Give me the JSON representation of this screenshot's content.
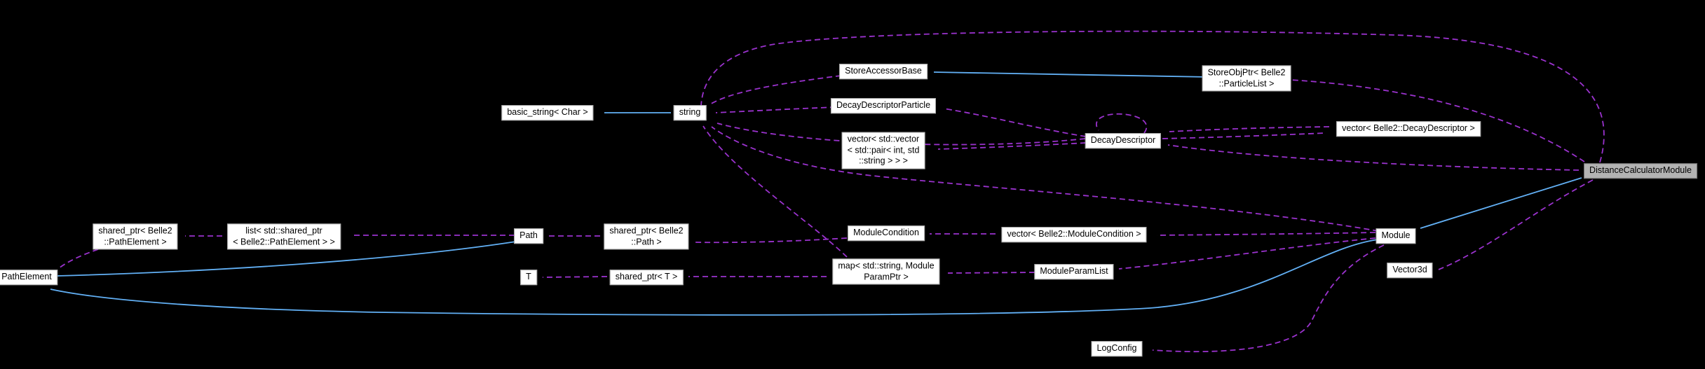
{
  "diagram": {
    "kind": "class-collaboration-graph",
    "highlight_node": "DistanceCalculatorModule",
    "colors": {
      "background": "#000000",
      "node_fill": "#ffffff",
      "node_border": "#a9a9a9",
      "highlight_fill": "#b3b3b3",
      "inheritance_edge": "#62b0f5",
      "usage_edge": "#9a32cd",
      "text": "#000000"
    },
    "nodes": {
      "basic_string": {
        "label": "basic_string< Char >"
      },
      "string": {
        "label": "string"
      },
      "store_accessor_base": {
        "label": "StoreAccessorBase"
      },
      "decay_descriptor_particle": {
        "label": "DecayDescriptorParticle"
      },
      "vec_vec_pair": {
        "label": "vector< std::vector\n< std::pair< int, std\n::string > > >"
      },
      "decay_descriptor": {
        "label": "DecayDescriptor"
      },
      "store_obj_ptr": {
        "label": "StoreObjPtr< Belle2\n::ParticleList >"
      },
      "vec_decay_descriptor": {
        "label": "vector< Belle2::DecayDescriptor >"
      },
      "distance_calculator_module": {
        "label": "DistanceCalculatorModule"
      },
      "shared_ptr_path_element": {
        "label": "shared_ptr< Belle2\n::PathElement >"
      },
      "list_shared_ptr_path_element": {
        "label": "list< std::shared_ptr\n< Belle2::PathElement > >"
      },
      "path": {
        "label": "Path"
      },
      "shared_ptr_path": {
        "label": "shared_ptr< Belle2\n::Path >"
      },
      "module_condition": {
        "label": "ModuleCondition"
      },
      "vec_module_condition": {
        "label": "vector< Belle2::ModuleCondition >"
      },
      "module": {
        "label": "Module"
      },
      "path_element": {
        "label": "PathElement"
      },
      "t": {
        "label": "T"
      },
      "shared_ptr_t": {
        "label": "shared_ptr< T >"
      },
      "map_module_param": {
        "label": "map< std::string, Module\nParamPtr >"
      },
      "module_param_list": {
        "label": "ModuleParamList"
      },
      "vector3d": {
        "label": "Vector3d"
      },
      "log_config": {
        "label": "LogConfig"
      }
    },
    "edges": [
      {
        "from": "string",
        "to": "basic_string< Char >",
        "relation": "public-inheritance",
        "style": "solid-blue"
      },
      {
        "from": "StoreObjPtr< Belle2::ParticleList >",
        "to": "StoreAccessorBase",
        "relation": "public-inheritance",
        "style": "solid-blue"
      },
      {
        "from": "DistanceCalculatorModule",
        "to": "Module",
        "relation": "public-inheritance",
        "style": "solid-blue"
      },
      {
        "from": "Path",
        "to": "PathElement",
        "relation": "public-inheritance",
        "style": "solid-blue"
      },
      {
        "from": "Module",
        "to": "PathElement",
        "relation": "public-inheritance",
        "style": "solid-blue"
      },
      {
        "from": "DistanceCalculatorModule",
        "to": "string",
        "relation": "usage",
        "style": "dashed-purple"
      },
      {
        "from": "StoreAccessorBase",
        "to": "string",
        "relation": "usage",
        "style": "dashed-purple"
      },
      {
        "from": "DecayDescriptorParticle",
        "to": "string",
        "relation": "usage",
        "style": "dashed-purple"
      },
      {
        "from": "DecayDescriptor",
        "to": "string",
        "relation": "usage",
        "style": "dashed-purple"
      },
      {
        "from": "Module",
        "to": "string",
        "relation": "usage",
        "style": "dashed-purple"
      },
      {
        "from": "map< std::string, ModuleParamPtr >",
        "to": "string",
        "relation": "usage",
        "style": "dashed-purple"
      },
      {
        "from": "DistanceCalculatorModule",
        "to": "StoreObjPtr< Belle2::ParticleList >",
        "relation": "usage",
        "style": "dashed-purple"
      },
      {
        "from": "DistanceCalculatorModule",
        "to": "DecayDescriptor",
        "relation": "usage",
        "style": "dashed-purple"
      },
      {
        "from": "DistanceCalculatorModule",
        "to": "Vector3d",
        "relation": "usage",
        "style": "dashed-purple"
      },
      {
        "from": "DecayDescriptor",
        "to": "DecayDescriptorParticle",
        "relation": "usage",
        "style": "dashed-purple"
      },
      {
        "from": "DecayDescriptor",
        "to": "vector< std::vector< std::pair< int, std::string > > >",
        "relation": "usage",
        "style": "dashed-purple"
      },
      {
        "from": "DecayDescriptor",
        "to": "DecayDescriptor",
        "relation": "usage-self",
        "style": "dashed-purple"
      },
      {
        "from": "vector< Belle2::DecayDescriptor >",
        "to": "DecayDescriptor",
        "relation": "usage",
        "style": "dashed-purple"
      },
      {
        "from": "DecayDescriptor",
        "to": "vector< Belle2::DecayDescriptor >",
        "relation": "usage",
        "style": "dashed-purple"
      },
      {
        "from": "Module",
        "to": "vector< Belle2::ModuleCondition >",
        "relation": "usage",
        "style": "dashed-purple"
      },
      {
        "from": "vector< Belle2::ModuleCondition >",
        "to": "ModuleCondition",
        "relation": "usage",
        "style": "dashed-purple"
      },
      {
        "from": "ModuleCondition",
        "to": "shared_ptr< Belle2::Path >",
        "relation": "usage",
        "style": "dashed-purple"
      },
      {
        "from": "shared_ptr< Belle2::Path >",
        "to": "Path",
        "relation": "usage",
        "style": "dashed-purple"
      },
      {
        "from": "Module",
        "to": "ModuleParamList",
        "relation": "usage",
        "style": "dashed-purple"
      },
      {
        "from": "ModuleParamList",
        "to": "map< std::string, ModuleParamPtr >",
        "relation": "usage",
        "style": "dashed-purple"
      },
      {
        "from": "map< std::string, ModuleParamPtr >",
        "to": "shared_ptr< T >",
        "relation": "usage",
        "style": "dashed-purple"
      },
      {
        "from": "shared_ptr< T >",
        "to": "T",
        "relation": "usage",
        "style": "dashed-purple"
      },
      {
        "from": "Module",
        "to": "LogConfig",
        "relation": "usage",
        "style": "dashed-purple"
      },
      {
        "from": "Path",
        "to": "list< std::shared_ptr< Belle2::PathElement > >",
        "relation": "usage",
        "style": "dashed-purple"
      },
      {
        "from": "list< std::shared_ptr< Belle2::PathElement > >",
        "to": "shared_ptr< Belle2::PathElement >",
        "relation": "usage",
        "style": "dashed-purple"
      },
      {
        "from": "shared_ptr< Belle2::PathElement >",
        "to": "PathElement",
        "relation": "usage",
        "style": "dashed-purple"
      }
    ]
  }
}
